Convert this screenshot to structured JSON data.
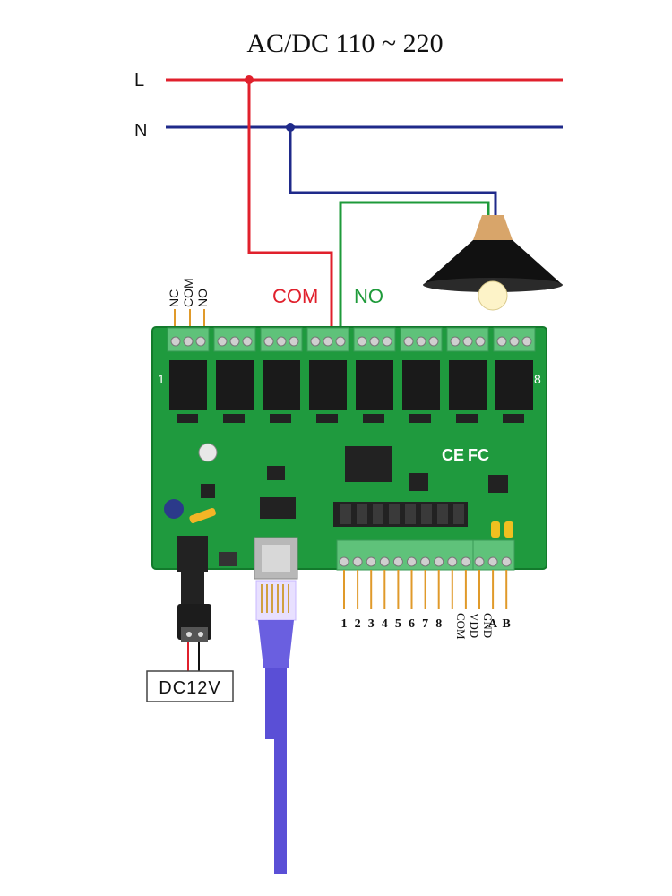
{
  "title": "AC/DC 110 ~ 220",
  "colors": {
    "live": "#e0202c",
    "neutral": "#1f2a8a",
    "no_wire": "#1e9a3a",
    "pcb": "#1f9a3e",
    "terminal": "#5fc27a",
    "relay": "#1a1a1a",
    "cable": "#5a4fd6",
    "lamp": "#111111",
    "wood": "#d8a56a"
  },
  "lines": {
    "live_label": "L",
    "neutral_label": "N"
  },
  "relay_labels": {
    "com": "COM",
    "no": "NO"
  },
  "terminal_top_labels": [
    "NC",
    "COM",
    "NO"
  ],
  "board": {
    "channel_first": "1",
    "channel_last": "8",
    "ce_mark": "CE",
    "fc_mark": "FC"
  },
  "bottom_terminals": [
    "1",
    "2",
    "3",
    "4",
    "5",
    "6",
    "7",
    "8",
    "COM",
    "VDD",
    "GND",
    "A",
    "B"
  ],
  "power": {
    "plus": "+",
    "minus": "-",
    "label": "DC12V"
  }
}
